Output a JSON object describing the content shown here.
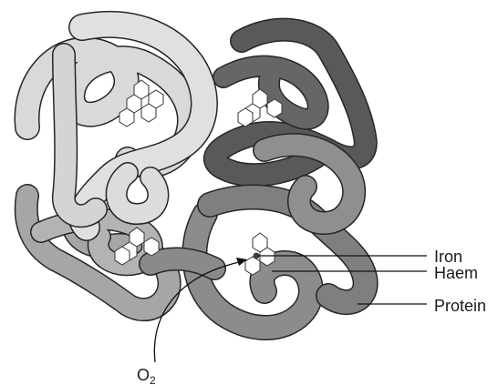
{
  "labels": {
    "iron": "Iron",
    "haem": "Haem",
    "protein": "Protein",
    "oxygen": "O",
    "oxygen_subscript": "2"
  },
  "colors": {
    "subunit_top_left": "#d9d9d9",
    "subunit_top_right": "#595959",
    "subunit_bottom_left": "#a6a6a6",
    "subunit_bottom_right": "#8c8c8c",
    "outline": "#262626",
    "haem_fill": "#ffffff"
  }
}
